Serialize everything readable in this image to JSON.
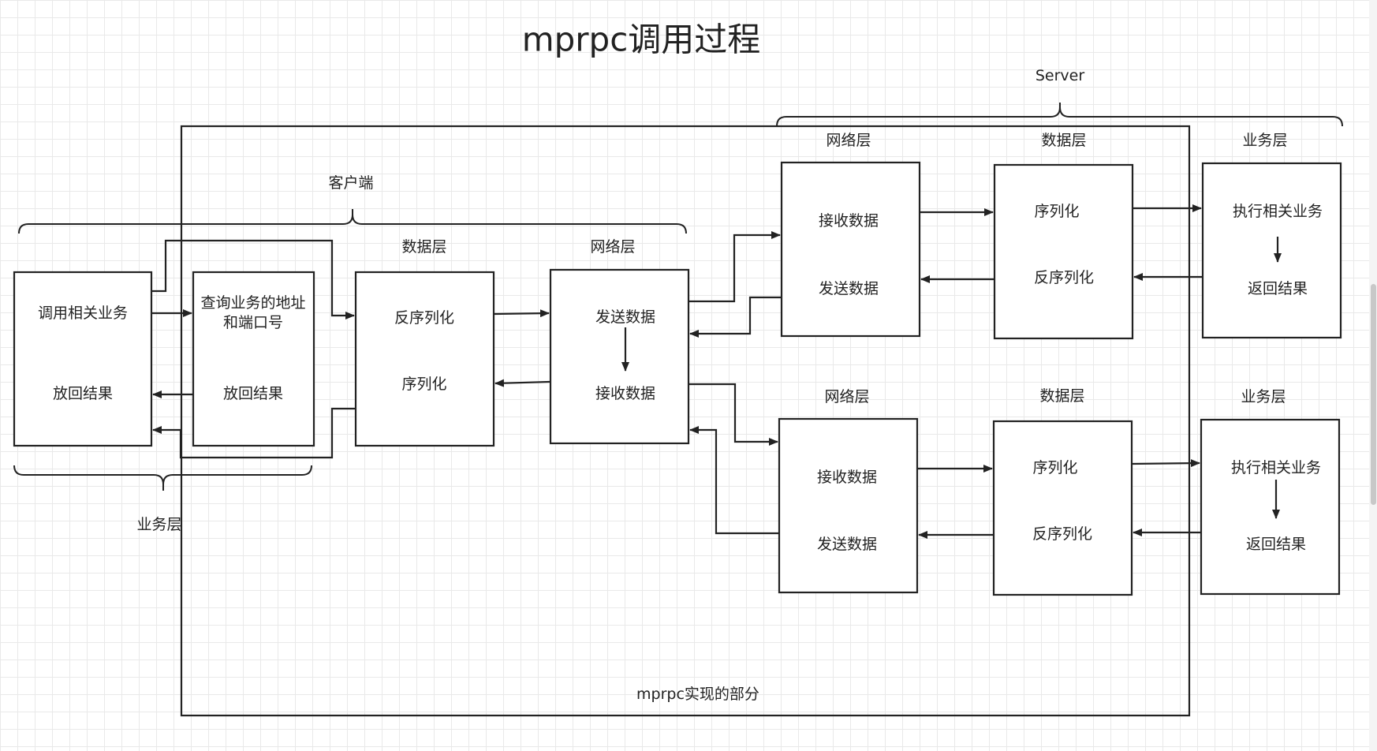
{
  "title": "mprpc调用过程",
  "groups": {
    "server": "Server",
    "client": "客户端",
    "client_business": "业务层",
    "mprpc_part": "mprpc实现的部分"
  },
  "client": {
    "caller": {
      "line1": "调用相关业务",
      "line2": "放回结果"
    },
    "lookup": {
      "line1a": "查询业务的地址",
      "line1b": "和端口号",
      "line2": "放回结果"
    },
    "data_layer": {
      "header": "数据层",
      "line1": "反序列化",
      "line2": "序列化"
    },
    "network_layer": {
      "header": "网络层",
      "line1": "发送数据",
      "line2": "接收数据"
    }
  },
  "servers": [
    {
      "network": {
        "header": "网络层",
        "line1": "接收数据",
        "line2": "发送数据"
      },
      "data": {
        "header": "数据层",
        "line1": "序列化",
        "line2": "反序列化"
      },
      "business": {
        "header": "业务层",
        "line1": "执行相关业务",
        "line2": "返回结果"
      }
    },
    {
      "network": {
        "header": "网络层",
        "line1": "接收数据",
        "line2": "发送数据"
      },
      "data": {
        "header": "数据层",
        "line1": "序列化",
        "line2": "反序列化"
      },
      "business": {
        "header": "业务层",
        "line1": "执行相关业务",
        "line2": "返回结果"
      }
    }
  ],
  "colors": {
    "stroke": "#222222",
    "grid": "#e9e9e9",
    "background": "#ffffff"
  }
}
